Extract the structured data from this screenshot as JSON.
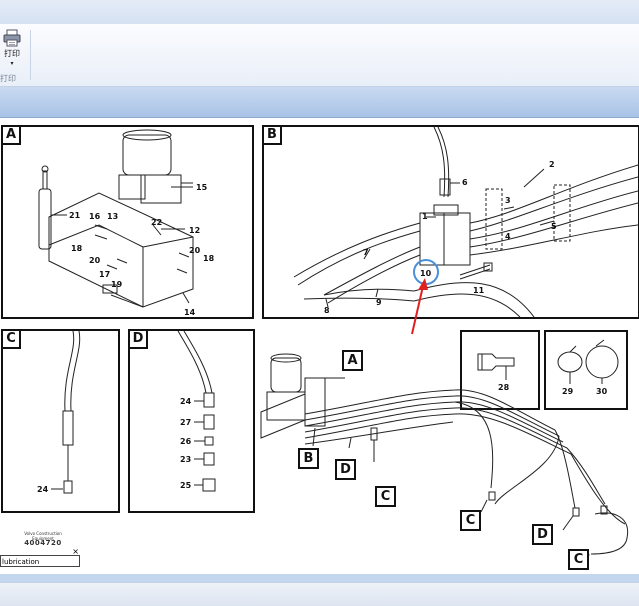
{
  "ribbon": {
    "print_button_label": "打印",
    "print_group_label": "打印",
    "print_icon": "printer-icon"
  },
  "panels": {
    "A": {
      "label": "A",
      "parts": [
        "15",
        "21",
        "16",
        "13",
        "22",
        "12",
        "18",
        "20",
        "18",
        "20",
        "17",
        "19",
        "14"
      ]
    },
    "B": {
      "label": "B",
      "parts": [
        "6",
        "2",
        "3",
        "1",
        "4",
        "5",
        "7",
        "10",
        "11",
        "8",
        "9"
      ]
    },
    "C": {
      "label": "C",
      "parts": [
        "24"
      ]
    },
    "D": {
      "label": "D",
      "parts": [
        "24",
        "27",
        "26",
        "23",
        "25"
      ]
    },
    "kit28": {
      "parts": [
        "28"
      ]
    },
    "kit29_30": {
      "parts": [
        "29",
        "30"
      ]
    }
  },
  "callouts": [
    "A",
    "B",
    "D",
    "C",
    "C",
    "D",
    "C"
  ],
  "logo": {
    "line1": "Volvo Construction",
    "line2": "Equipment",
    "number": "4004720"
  },
  "tooltip": {
    "text": "lubrication",
    "close": "×"
  },
  "colors": {
    "highlight_circle": "#4a90d9",
    "arrow": "#e02020",
    "band": "#b7cdea"
  }
}
